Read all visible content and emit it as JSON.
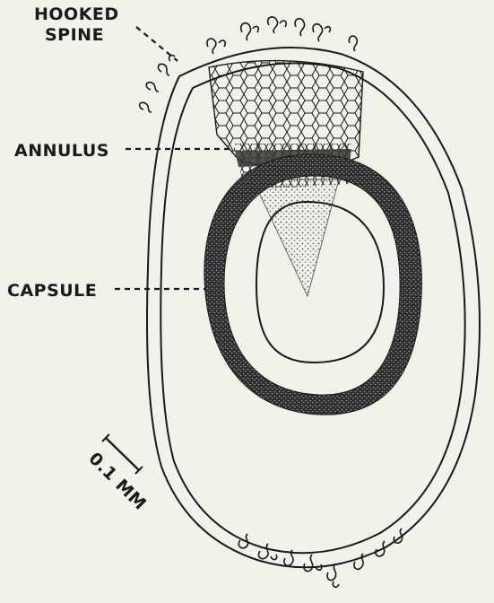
{
  "labels": {
    "hooked_spine_line1": "HOOKED",
    "hooked_spine_line2": "SPINE",
    "annulus": "ANNULUS",
    "capsule": "CAPSULE",
    "scale": "0.1 MM"
  },
  "colors": {
    "background": "#f2f1ea",
    "ink": "#1a1a1a",
    "capsule_wall": "#2e2e2e",
    "annulus_stipple": "#7a7a7a"
  }
}
